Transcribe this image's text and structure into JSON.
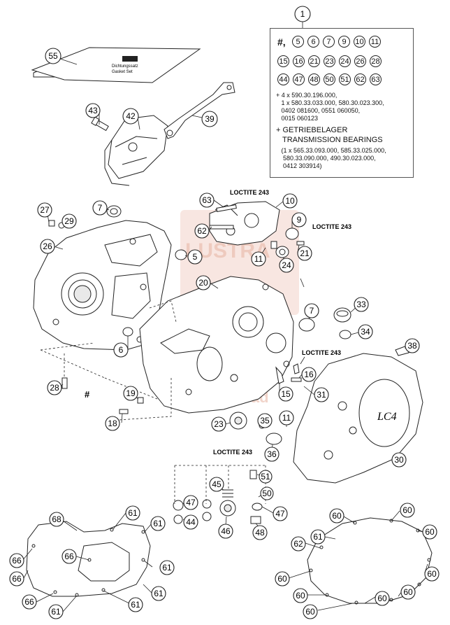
{
  "title_callout": "1",
  "parts_box": {
    "hash": "#,",
    "row1": [
      "5",
      "6",
      "7",
      "9",
      "10",
      "11"
    ],
    "row2": [
      "15",
      "16",
      "21",
      "23",
      "24",
      "26",
      "28"
    ],
    "row3": [
      "44",
      "47",
      "48",
      "50",
      "51",
      "62",
      "63"
    ],
    "note1": "+ 4 x 590.30.196.000,",
    "note2": "   1 x 580.33.033.000, 580.30.023.300,",
    "note3": "   0402 081600, 0551 060050,",
    "note4": "   0015 060123",
    "note5": "+ GETRIEBELAGER",
    "note6": "   TRANSMISSION BEARINGS",
    "note7": "   (1 x 565.33.093.000, 585.33.025.000,",
    "note8": "    580.33.090.000, 490.30.023.000,",
    "note9": "    0412 303914)"
  },
  "loctite": [
    "LOCTITE 243",
    "LOCTITE 243",
    "LOCTITE 243",
    "LOCTITE 243"
  ],
  "hash_marker": "#",
  "callouts": {
    "c55": "55",
    "c43": "43",
    "c42": "42",
    "c39": "39",
    "c27": "27",
    "c29": "29",
    "c7a": "7",
    "c26": "26",
    "c5": "5",
    "c63": "63",
    "c62": "62",
    "c10": "10",
    "c9": "9",
    "c21": "21",
    "c11a": "11",
    "c24": "24",
    "c20": "20",
    "c7b": "7",
    "c33": "33",
    "c34": "34",
    "c6": "6",
    "c38": "38",
    "c16": "16",
    "c15": "15",
    "c31": "31",
    "c28": "28",
    "c19": "19",
    "c18": "18",
    "c23": "23",
    "c35": "35",
    "c11b": "11",
    "c36": "36",
    "c30": "30",
    "c45": "45",
    "c51": "51",
    "c50": "50",
    "c47a": "47",
    "c44": "44",
    "c46": "46",
    "c47b": "47",
    "c48": "48",
    "c68": "68",
    "c61a": "61",
    "c61b": "61",
    "c66a": "66",
    "c66b": "66",
    "c66c": "66",
    "c66d": "66",
    "c61c": "61",
    "c61d": "61",
    "c61e": "61",
    "c60a": "60",
    "c60b": "60",
    "c60c": "60",
    "c62b": "62",
    "c61f": "61",
    "c60d": "60",
    "c60e": "60",
    "c60f": "60",
    "c60g": "60",
    "c60h": "60",
    "c61g": "61",
    "c60i": "60"
  },
  "manual_label": [
    "Dichtungssatz",
    "Gasket Set"
  ]
}
